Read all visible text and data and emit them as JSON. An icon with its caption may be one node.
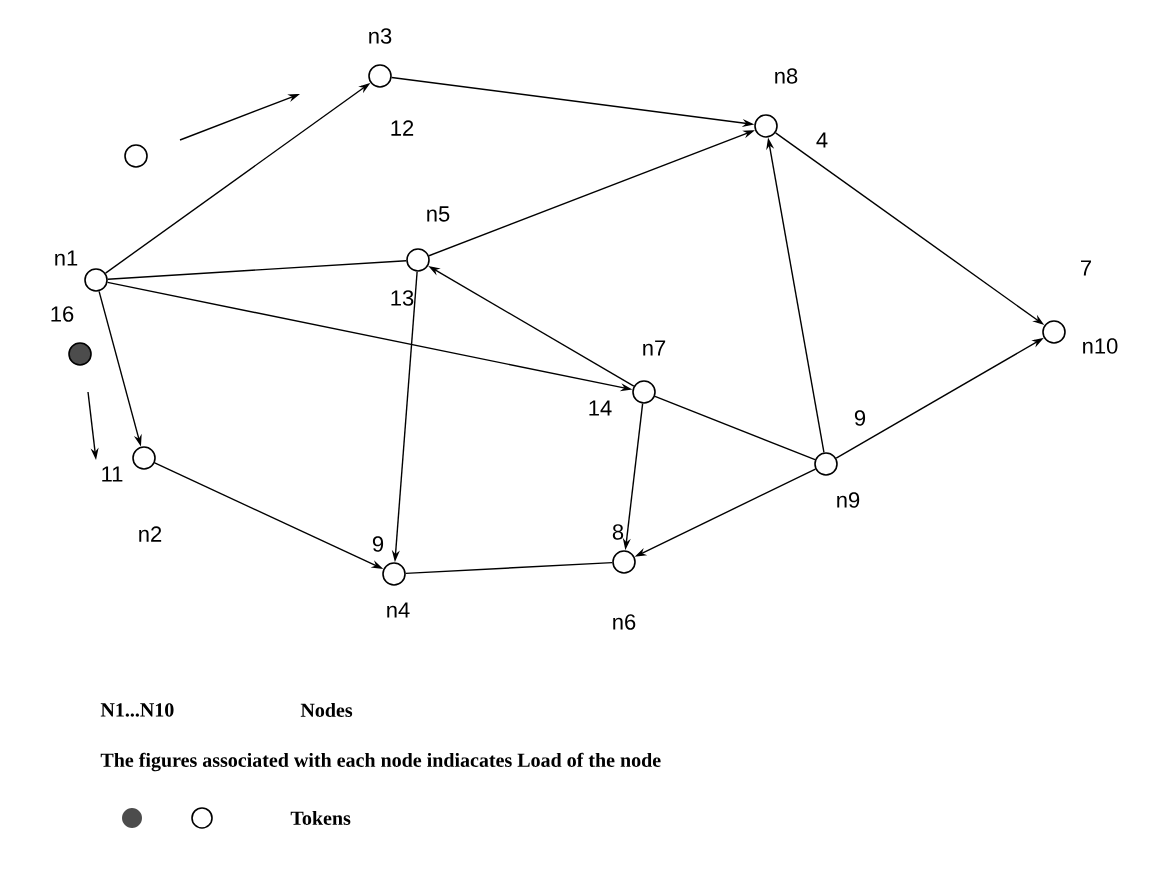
{
  "diagram": {
    "nodes": [
      {
        "text": [],
        "shape": "circle",
        "beside": [
          "n1",
          "16"
        ]
      },
      {
        "text": [],
        "shape": "circle",
        "beside": [
          "n2",
          "11"
        ]
      },
      {
        "text": [],
        "shape": "circle",
        "beside": [
          "n3",
          "12"
        ]
      },
      {
        "text": [],
        "shape": "circle",
        "beside": [
          "n4",
          "9"
        ]
      },
      {
        "text": [],
        "shape": "circle",
        "beside": [
          "n5",
          "13"
        ]
      },
      {
        "text": [],
        "shape": "circle",
        "beside": [
          "n6",
          "8"
        ]
      },
      {
        "text": [],
        "shape": "circle",
        "beside": [
          "n7",
          "14"
        ]
      },
      {
        "text": [],
        "shape": "circle",
        "beside": [
          "n8",
          "4"
        ]
      },
      {
        "text": [],
        "shape": "circle",
        "beside": [
          "n9",
          "9"
        ]
      },
      {
        "text": [],
        "shape": "circle",
        "beside": [
          "n10",
          "7"
        ]
      },
      {
        "text": [],
        "shape": "circle"
      },
      {
        "text": [],
        "shape": "circle"
      }
    ],
    "edges": [
      {
        "from": 0,
        "to": 2,
        "arrow": "to"
      },
      {
        "from": 2,
        "to": 7,
        "arrow": "to"
      },
      {
        "from": 0,
        "to": 4,
        "arrow": "none"
      },
      {
        "from": 0,
        "to": 6,
        "arrow": "to"
      },
      {
        "from": 0,
        "to": 1,
        "arrow": "to"
      },
      {
        "from": 4,
        "to": 7,
        "arrow": "to"
      },
      {
        "from": 6,
        "to": 4,
        "arrow": "to"
      },
      {
        "from": 4,
        "to": 3,
        "arrow": "to"
      },
      {
        "from": 1,
        "to": 3,
        "arrow": "to"
      },
      {
        "from": 3,
        "to": 5,
        "arrow": "none"
      },
      {
        "from": 6,
        "to": 5,
        "arrow": "to"
      },
      {
        "from": 6,
        "to": 8,
        "arrow": "none"
      },
      {
        "from": 8,
        "to": 7,
        "arrow": "to"
      },
      {
        "from": 8,
        "to": 5,
        "arrow": "to"
      },
      {
        "from": 7,
        "to": 9,
        "arrow": "to"
      },
      {
        "from": 8,
        "to": 9,
        "arrow": "to"
      }
    ],
    "labels": [
      "N1...N10",
      "Nodes",
      "The figures associated with each node indiacates Load of the node"
    ],
    "legend": [
      {
        "text": "Tokens"
      }
    ]
  }
}
